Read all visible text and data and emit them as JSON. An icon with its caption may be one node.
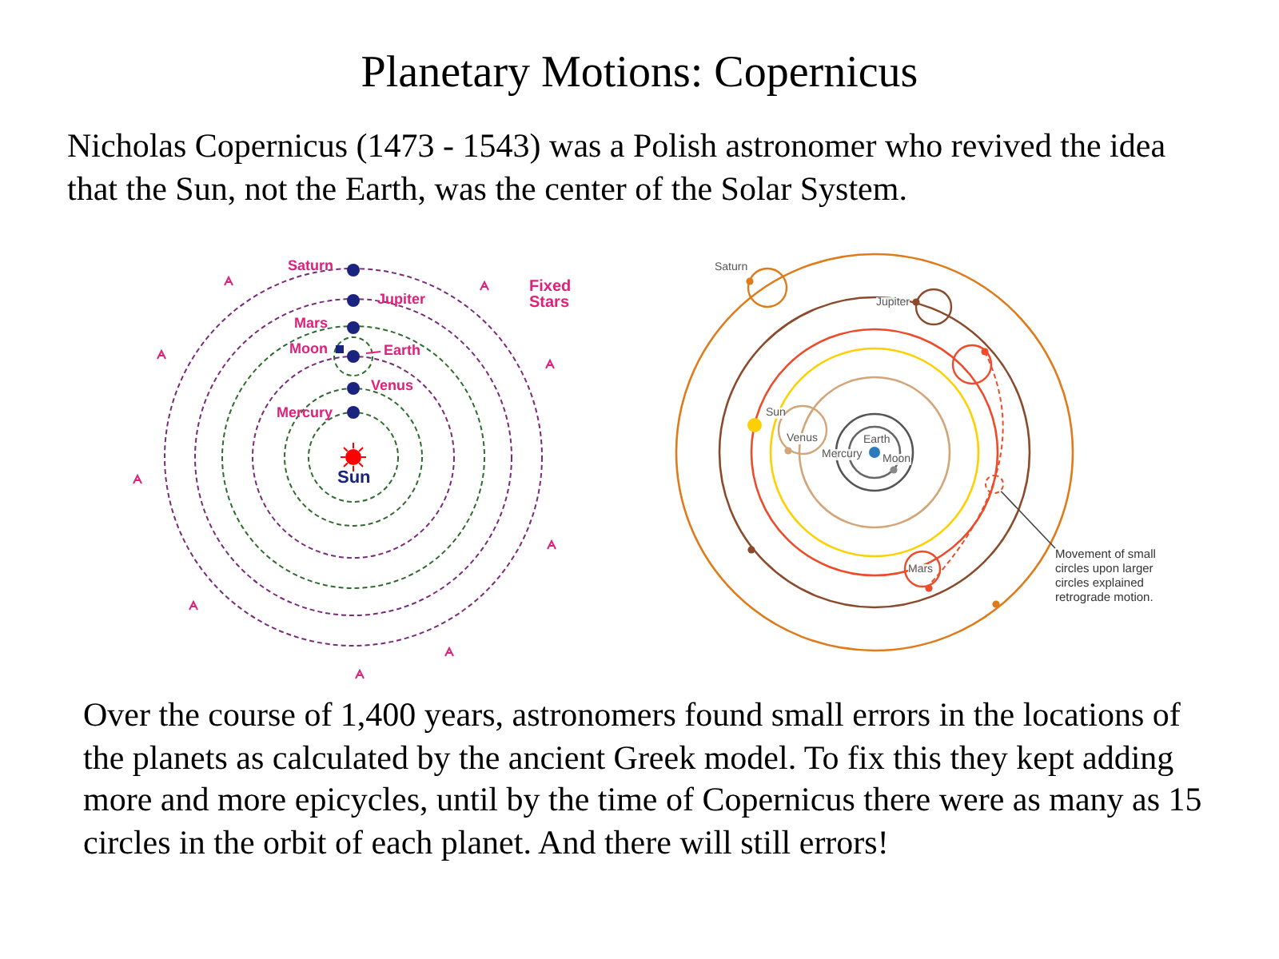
{
  "diagram": {
    "title": "Planetary Motions: Copernicus",
    "nodes": [
      {
        "text": [
          "Movement of small circles upon larger circles explained retrograde motion."
        ]
      },
      {
        "text": [],
        "shape": "circle"
      }
    ],
    "edges": [
      {
        "from": 0,
        "to": 1,
        "arrow": "none"
      }
    ],
    "labels": [
      "Nicholas Copernicus (1473 - 1543) was a Polish astronomer who revived the idea that the Sun, not the Earth, was the center of the Solar System.",
      "Saturn",
      "Jupiter",
      "Fixed Stars",
      "Mars",
      "Moon",
      "Earth",
      "Venus",
      "Mercury",
      "Sun",
      "Saturn",
      "Jupiter",
      "Sun",
      "Venus",
      "Earth",
      "Mercury",
      "Moon",
      "Mars",
      "Over the course of 1,400 years, astronomers found small errors in the locations of the planets as calculated by the ancient Greek model. To fix this they kept adding more and more epicycles, until by the time of Copernicus there were as many as 15 circles in the orbit of each planet.  And there will still errors!"
    ]
  }
}
